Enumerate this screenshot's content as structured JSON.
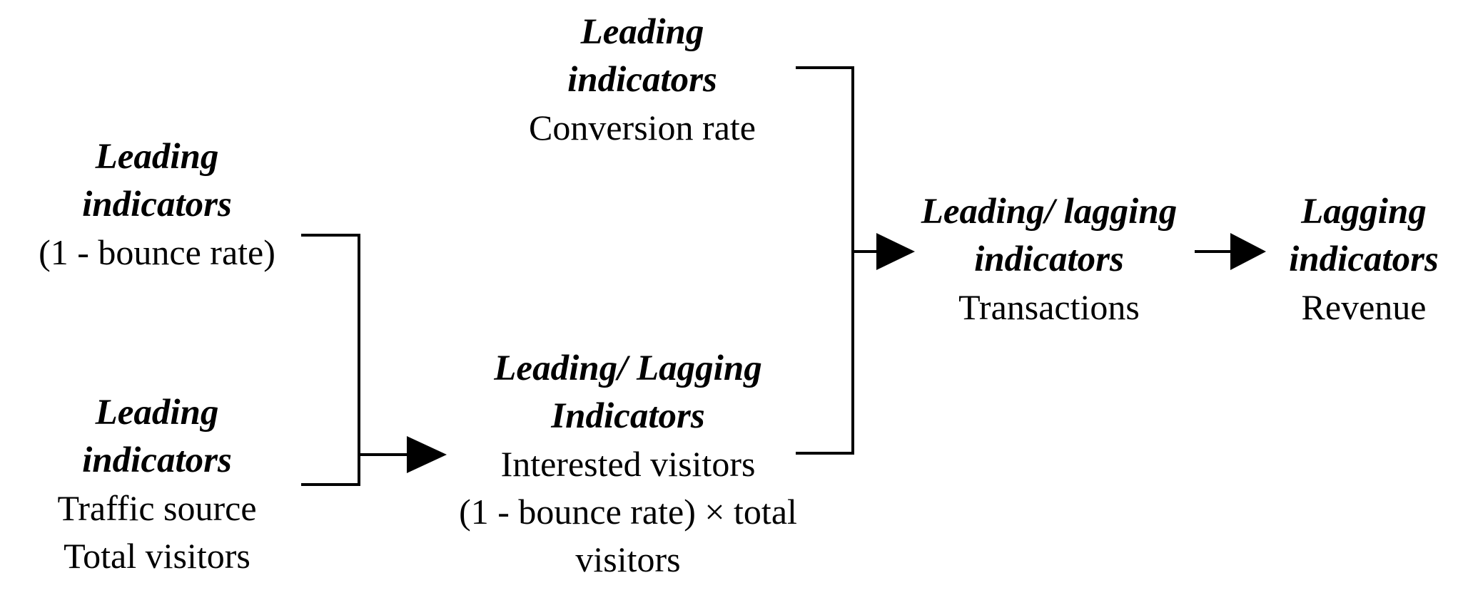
{
  "nodes": {
    "bounce": {
      "heading": [
        "Leading",
        "indicators"
      ],
      "body": [
        "(1 - bounce rate)"
      ]
    },
    "traffic": {
      "heading": [
        "Leading",
        "indicators"
      ],
      "body": [
        "Traffic source",
        "Total visitors"
      ]
    },
    "conversion": {
      "heading": [
        "Leading",
        "indicators"
      ],
      "body": [
        "Conversion rate"
      ]
    },
    "interested": {
      "heading": [
        "Leading/ Lagging",
        "Indicators"
      ],
      "body": [
        "Interested visitors",
        "(1 - bounce rate) × total",
        "visitors"
      ]
    },
    "transactions": {
      "heading": [
        "Leading/ lagging",
        "indicators"
      ],
      "body": [
        "Transactions"
      ]
    },
    "revenue": {
      "heading": [
        "Lagging",
        "indicators"
      ],
      "body": [
        "Revenue"
      ]
    }
  }
}
